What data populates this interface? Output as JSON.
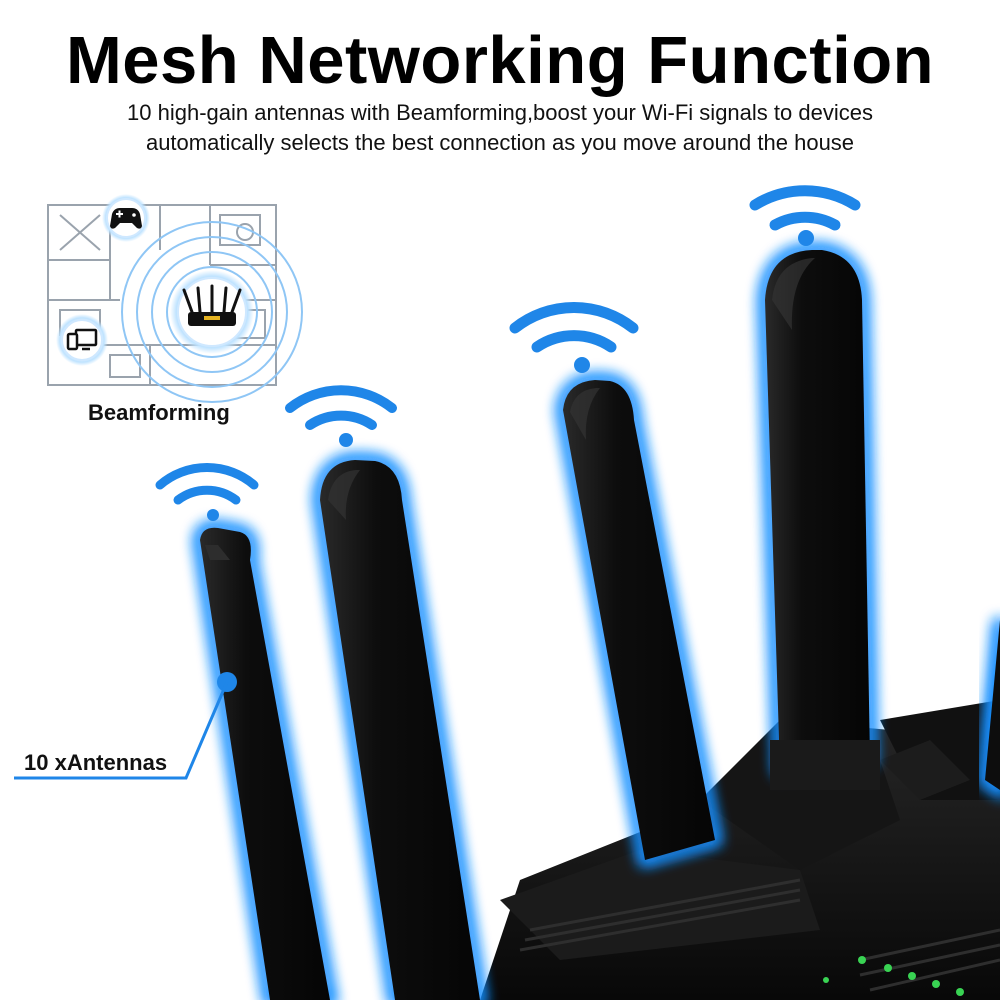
{
  "header": {
    "title": "Mesh Networking Function",
    "subtitle_line1": "10 high-gain antennas with Beamforming,boost your Wi-Fi signals to devices",
    "subtitle_line2": "automatically selects the best connection as you move around the house"
  },
  "inset": {
    "caption": "Beamforming",
    "icons": [
      "gamepad-icon",
      "router-icon",
      "devices-icon"
    ]
  },
  "callout": {
    "label": "10 xAntennas"
  },
  "colors": {
    "glow": "#1e90ff",
    "wifi": "#1f86e8",
    "device": "#101010",
    "led": "#39d353"
  }
}
